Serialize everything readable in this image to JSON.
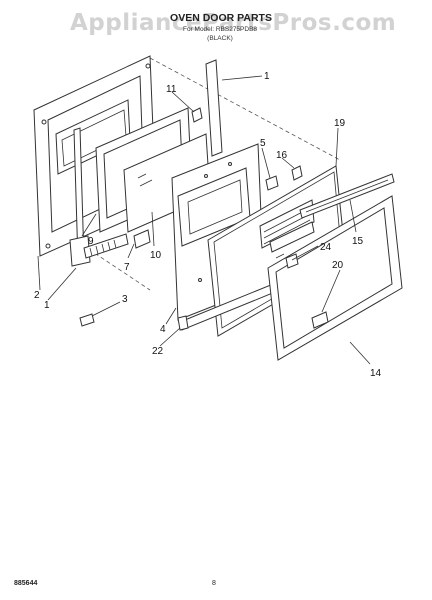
{
  "watermark": "AppliancePartsPros.com",
  "header": {
    "title": "OVEN DOOR PARTS",
    "subtitle": "For Model: RBS275PDB8",
    "variant": "(BLACK)"
  },
  "footer": {
    "doc_number": "885644",
    "page_number": "8"
  },
  "callouts": {
    "c1a": "1",
    "c1b": "1",
    "c2": "2",
    "c3": "3",
    "c4": "4",
    "c5": "5",
    "c7": "7",
    "c9": "9",
    "c10": "10",
    "c11": "11",
    "c14": "14",
    "c15": "15",
    "c16": "16",
    "c19": "19",
    "c20": "20",
    "c22": "22",
    "c24": "24"
  }
}
